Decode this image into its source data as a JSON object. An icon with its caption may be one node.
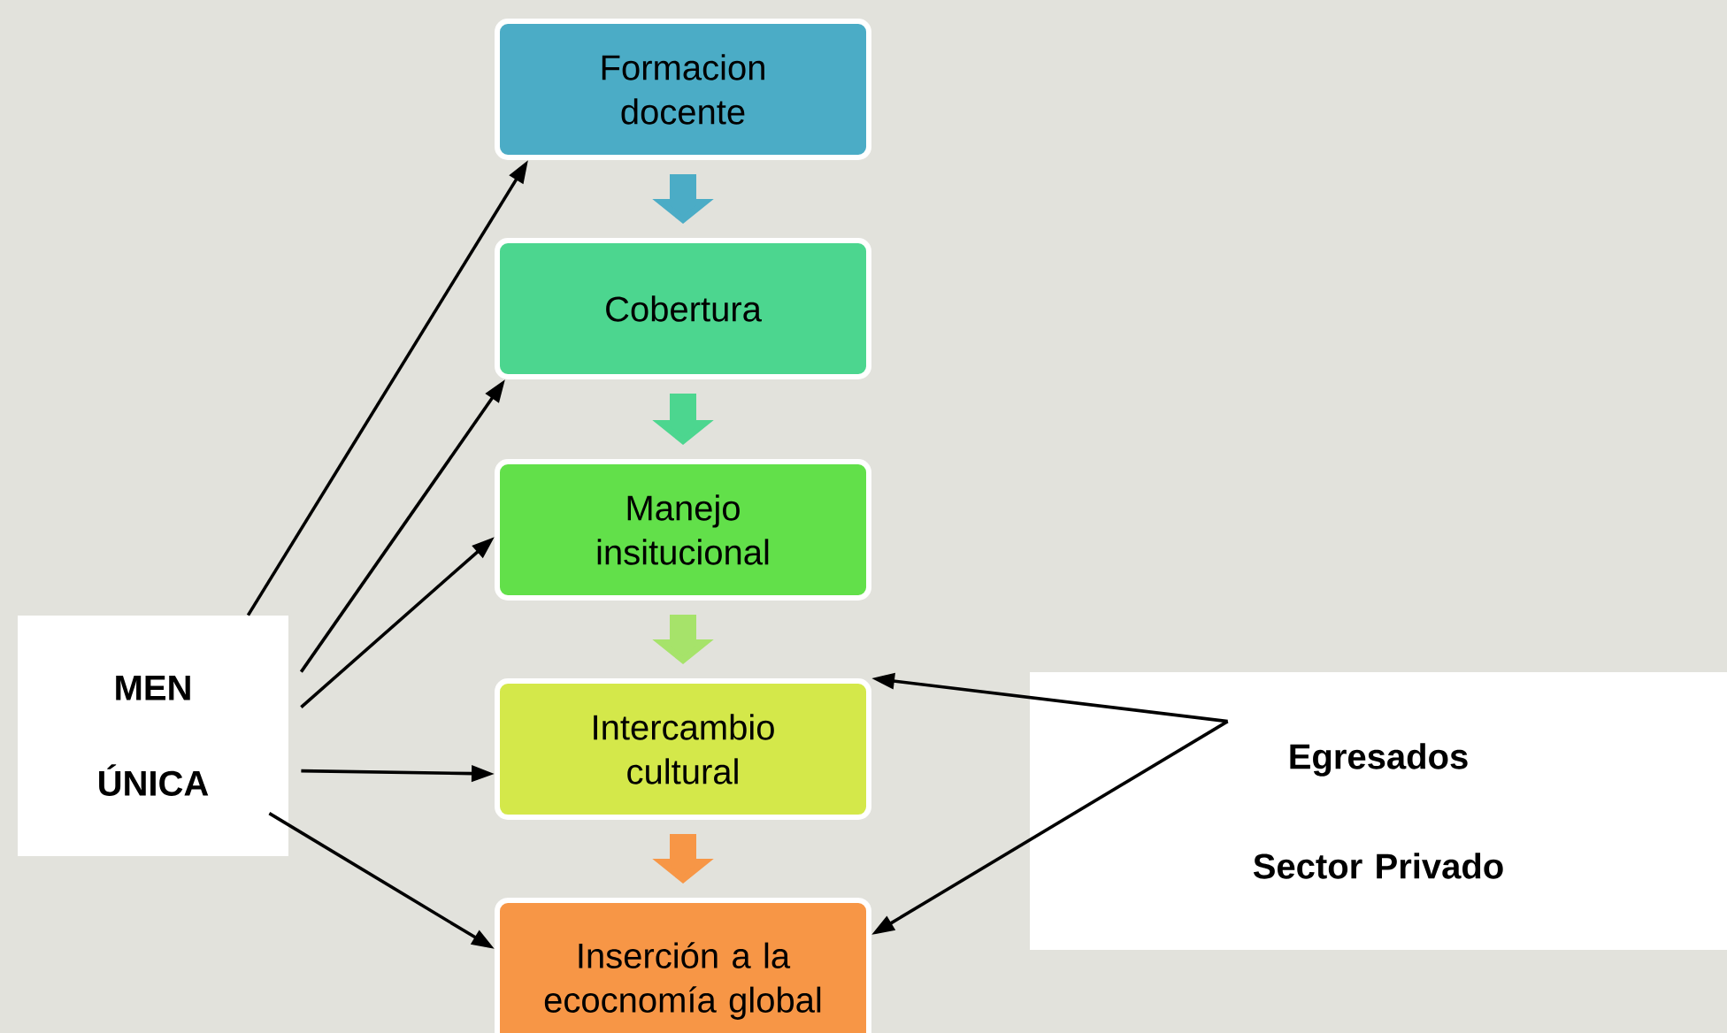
{
  "diagram": {
    "nodes": [
      {
        "text": [
          "Formacion docente"
        ]
      },
      {
        "text": [
          "Cobertura"
        ]
      },
      {
        "text": [
          "Manejo insitucional"
        ]
      },
      {
        "text": [
          "Intercambio cultural"
        ]
      },
      {
        "text": [
          "Inserción a la ecocnomía global"
        ]
      },
      {
        "text": [
          "MEN",
          "ÚNICA"
        ]
      },
      {
        "text": [
          "Egresados",
          "Sector Privado"
        ]
      }
    ],
    "edges": [
      {
        "from": 0,
        "to": 1,
        "arrow": "to",
        "style": "thick",
        "color": "#4bacc6"
      },
      {
        "from": 1,
        "to": 2,
        "arrow": "to",
        "style": "thick",
        "color": "#4cd68f"
      },
      {
        "from": 2,
        "to": 3,
        "arrow": "to",
        "style": "thick",
        "color": "#a6e36a"
      },
      {
        "from": 3,
        "to": 4,
        "arrow": "to",
        "style": "thick",
        "color": "#f79646"
      },
      {
        "from": 5,
        "to": 0,
        "arrow": "to"
      },
      {
        "from": 5,
        "to": 1,
        "arrow": "to"
      },
      {
        "from": 5,
        "to": 2,
        "arrow": "to"
      },
      {
        "from": 5,
        "to": 3,
        "arrow": "to"
      },
      {
        "from": 5,
        "to": 4,
        "arrow": "to"
      },
      {
        "from": 6,
        "to": 3,
        "arrow": "to"
      },
      {
        "from": 6,
        "to": 4,
        "arrow": "to"
      }
    ]
  }
}
